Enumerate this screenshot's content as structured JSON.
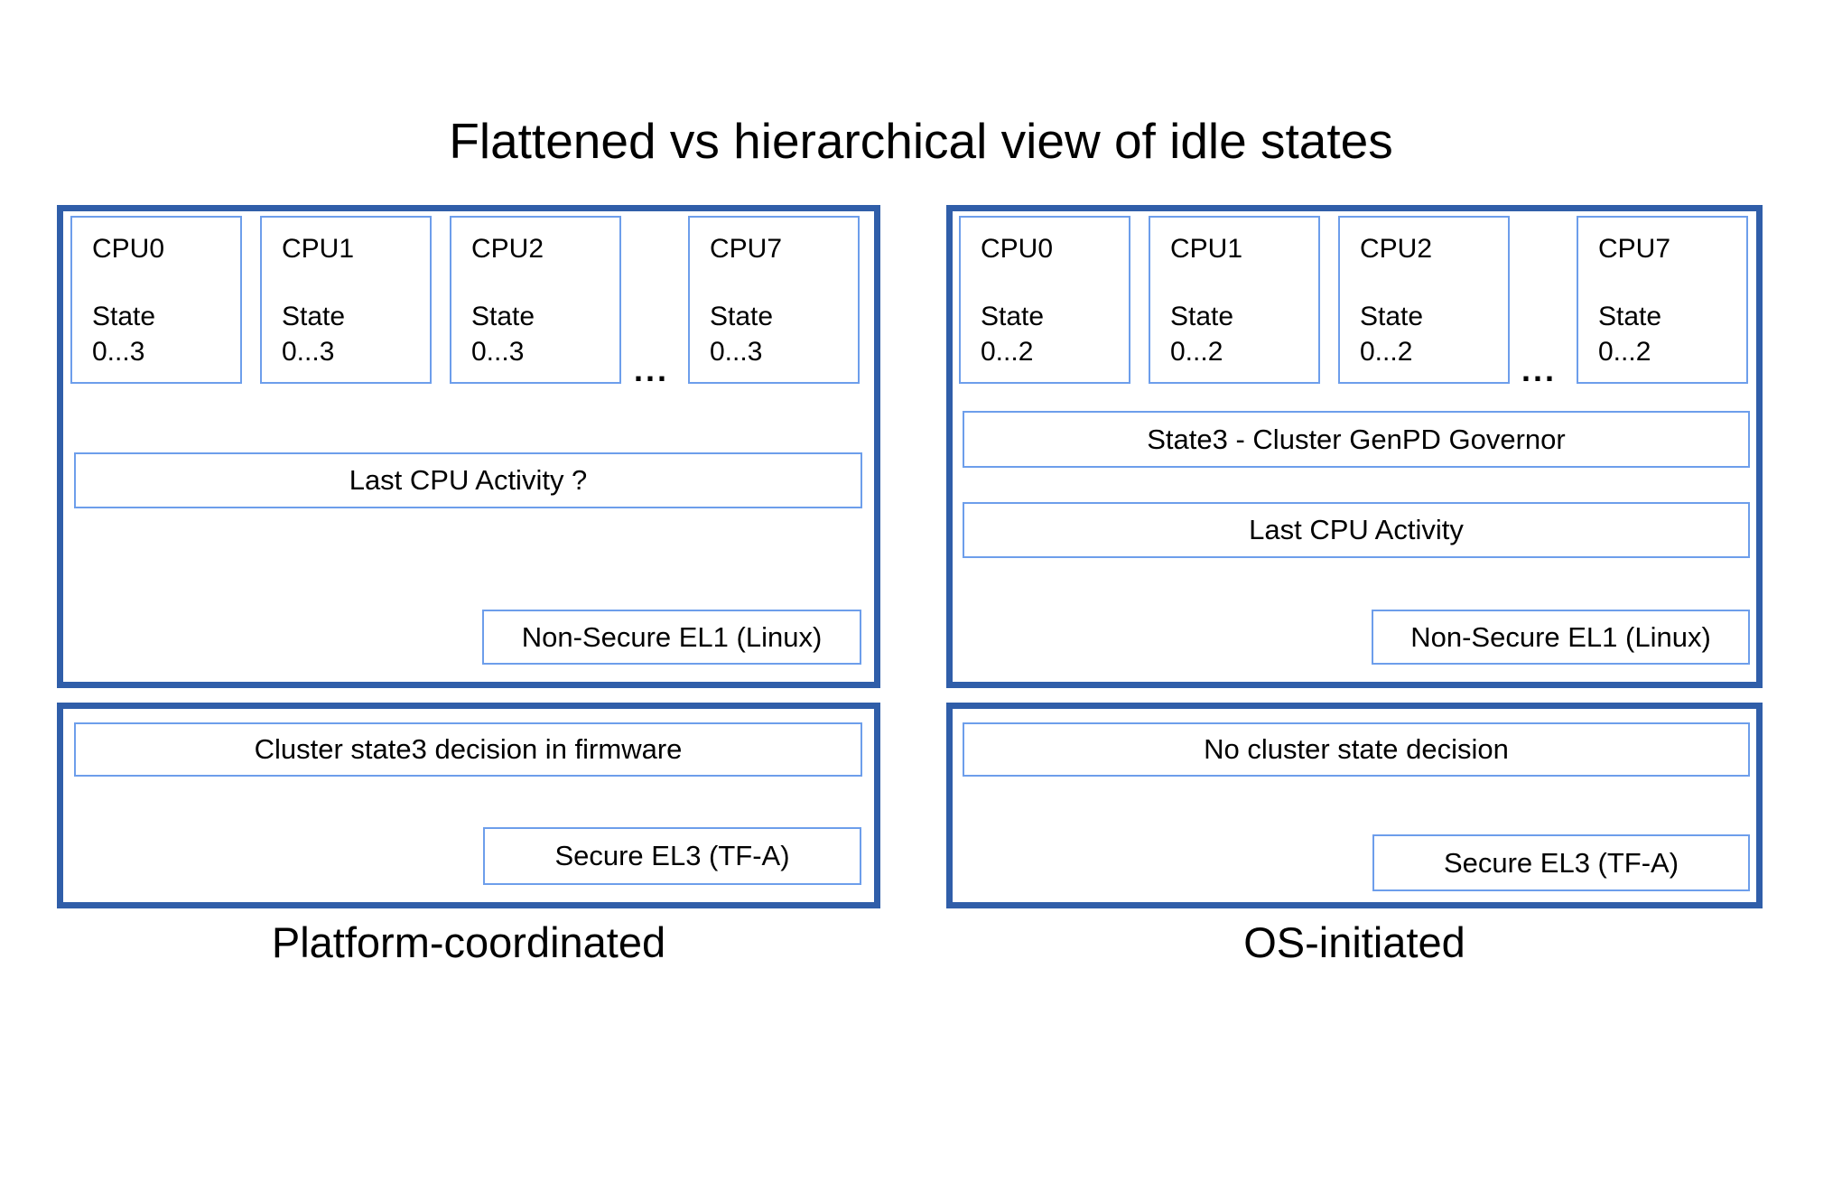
{
  "title": "Flattened vs hierarchical view of idle states",
  "colors": {
    "panel_border": "#305EA9",
    "box_border": "#6D9EEB",
    "text": "#000000",
    "background": "#FFFFFF"
  },
  "left": {
    "caption": "Platform-coordinated",
    "ellipsis": "...",
    "cpus": [
      {
        "name": "CPU0",
        "state_label": "State",
        "state_range": "0...3"
      },
      {
        "name": "CPU1",
        "state_label": "State",
        "state_range": "0...3"
      },
      {
        "name": "CPU2",
        "state_label": "State",
        "state_range": "0...3"
      },
      {
        "name": "CPU7",
        "state_label": "State",
        "state_range": "0...3"
      }
    ],
    "last_activity": "Last CPU Activity ?",
    "el1": "Non-Secure EL1 (Linux)",
    "cluster_decision": "Cluster state3 decision in firmware",
    "el3": "Secure EL3 (TF-A)"
  },
  "right": {
    "caption": "OS-initiated",
    "ellipsis": "...",
    "cpus": [
      {
        "name": "CPU0",
        "state_label": "State",
        "state_range": "0...2"
      },
      {
        "name": "CPU1",
        "state_label": "State",
        "state_range": "0...2"
      },
      {
        "name": "CPU2",
        "state_label": "State",
        "state_range": "0...2"
      },
      {
        "name": "CPU7",
        "state_label": "State",
        "state_range": "0...2"
      }
    ],
    "governor": "State3 - Cluster GenPD Governor",
    "last_activity": "Last CPU Activity",
    "el1": "Non-Secure EL1 (Linux)",
    "cluster_decision": "No cluster state decision",
    "el3": "Secure EL3 (TF-A)"
  }
}
